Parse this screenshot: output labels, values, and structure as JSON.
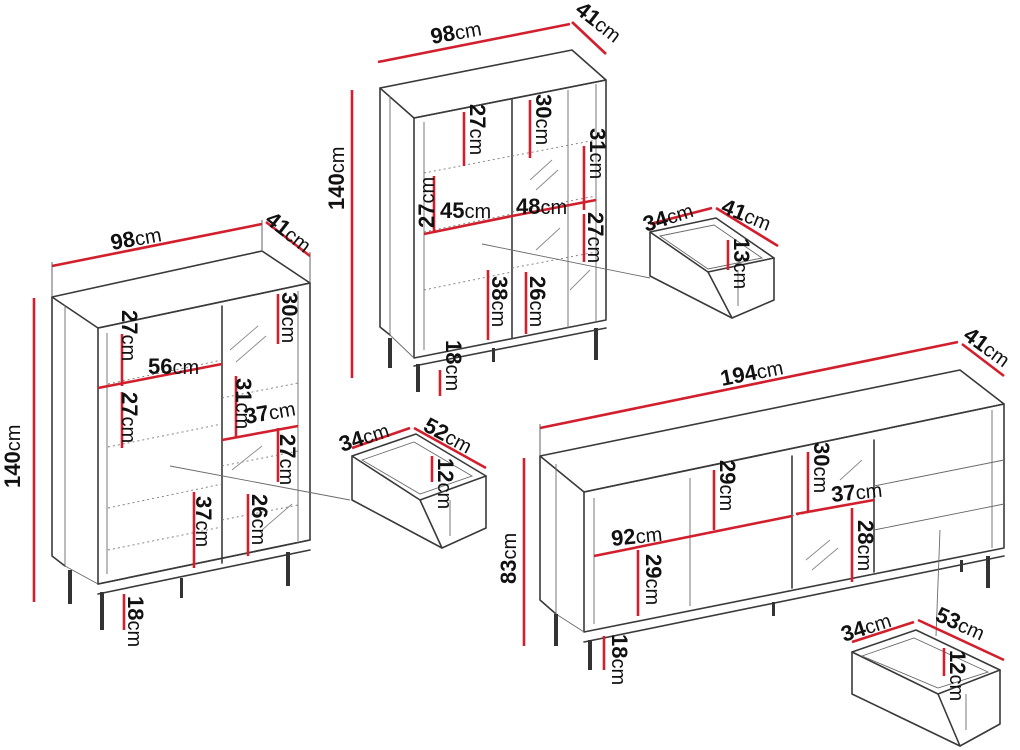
{
  "cabinet_left": {
    "labels": [
      "98",
      "41",
      "140",
      "27",
      "56",
      "27",
      "30",
      "31",
      "37",
      "27",
      "37",
      "26",
      "18"
    ],
    "unit": "cm"
  },
  "cabinet_top": {
    "labels": [
      "98",
      "41",
      "140",
      "27",
      "30",
      "31",
      "27",
      "45",
      "48",
      "27",
      "38",
      "26",
      "18"
    ],
    "unit": "cm"
  },
  "drawer_top": {
    "labels": [
      "34",
      "41",
      "13"
    ],
    "unit": "cm"
  },
  "drawer_mid": {
    "labels": [
      "34",
      "52",
      "12"
    ],
    "unit": "cm"
  },
  "sideboard": {
    "labels": [
      "194",
      "41",
      "83",
      "29",
      "30",
      "37",
      "92",
      "29",
      "28",
      "18"
    ],
    "unit": "cm"
  },
  "drawer_bottom": {
    "labels": [
      "34",
      "53",
      "12"
    ],
    "unit": "cm"
  }
}
